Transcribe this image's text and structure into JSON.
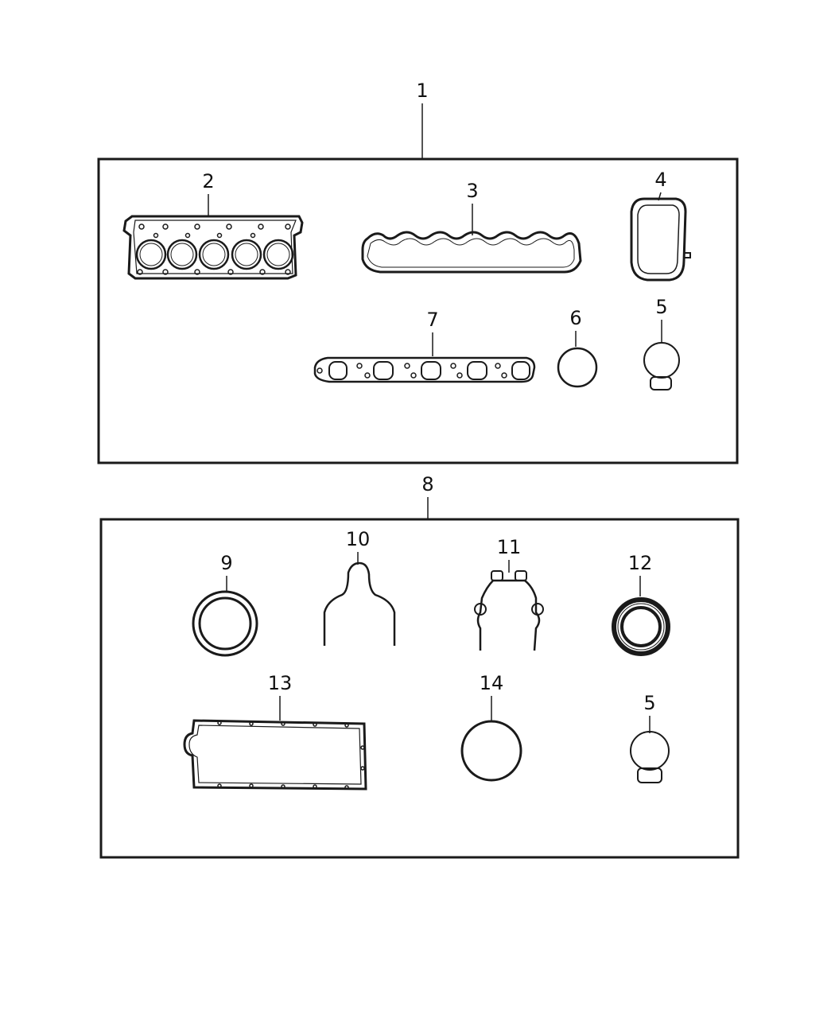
{
  "diagram": {
    "kit_upper": {
      "callout": "1"
    },
    "kit_lower": {
      "callout": "8"
    },
    "parts": {
      "cylinder_head_gasket": {
        "callout": "2"
      },
      "valve_cover_gasket": {
        "callout": "3"
      },
      "intake_gasket": {
        "callout": "4"
      },
      "seal_upper": {
        "callout": "5"
      },
      "o_ring_upper": {
        "callout": "6"
      },
      "exhaust_manifold_gasket": {
        "callout": "7"
      },
      "rear_main_seal": {
        "callout": "9"
      },
      "front_cover_gasket": {
        "callout": "10"
      },
      "timing_cover_gasket": {
        "callout": "11"
      },
      "front_crank_seal": {
        "callout": "12"
      },
      "oil_pan_gasket": {
        "callout": "13"
      },
      "large_o_ring": {
        "callout": "14"
      },
      "seal_lower": {
        "callout": "5"
      }
    }
  }
}
